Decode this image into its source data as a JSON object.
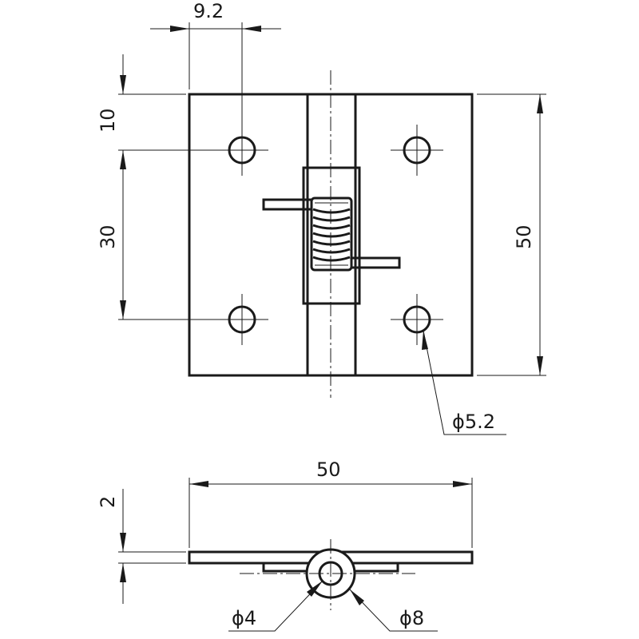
{
  "drawing": {
    "dimensions": {
      "hole_offset_x": "9.2",
      "edge_to_hole_y": "10",
      "hole_pitch_y": "30",
      "height": "50",
      "width": "50",
      "leaf_thickness": "2",
      "hole_diameter": "ϕ5.2",
      "pin_diameter": "ϕ4",
      "knuckle_diameter": "ϕ8"
    }
  }
}
